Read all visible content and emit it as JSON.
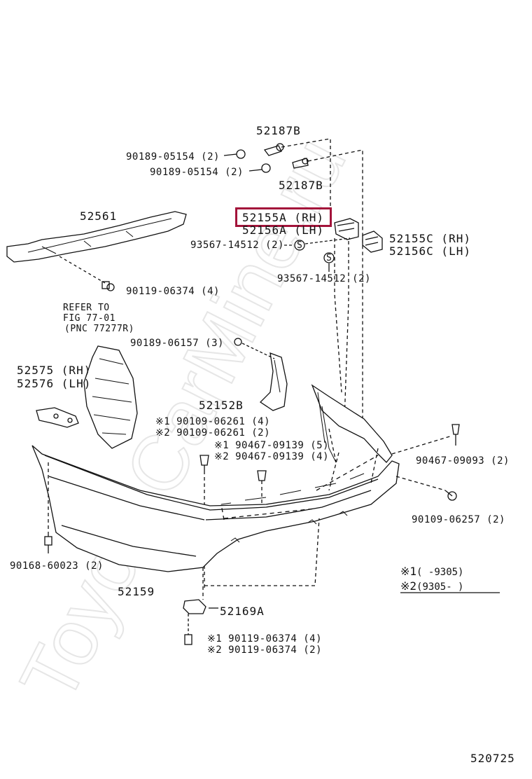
{
  "watermark": "ToyotaCarMine.ru",
  "highlight_color": "#a3133a",
  "labels": {
    "p52187B_top": "52187B",
    "p52187B_bot": "52187B",
    "bolt_05154_a": "90189-05154 (2)",
    "bolt_05154_b": "90189-05154 (2)",
    "p52561": "52561",
    "p52155A": "52155A (RH)",
    "p52156A": "52156A (LH)",
    "p52155C": "52155C (RH)",
    "p52156C": "52156C (LH)",
    "screw_14512_a": "93567-14512 (2)",
    "screw_14512_b": "93567-14512 (2)",
    "bolt_06374": "90119-06374 (4)",
    "refer_1": "REFER TO",
    "refer_2": "FIG 77-01",
    "refer_3": "(PNC 77277R)",
    "bolt_06157": "90189-06157 (3)",
    "p52575": "52575 (RH)",
    "p52576": "52576 (LH)",
    "p52152B": "52152B",
    "n1_06261": "※1 90109-06261 (4)",
    "n2_06261": "※2 90109-06261 (2)",
    "n1_09139": "※1 90467-09139 (5)",
    "n2_09139": "※2 90467-09139 (4)",
    "clip_09093": "90467-09093 (2)",
    "bolt_06257": "90109-06257 (2)",
    "bolt_60023": "90168-60023 (2)",
    "p52159": "52159",
    "p52169A": "52169A",
    "n1_06374": "※1 90119-06374 (4)",
    "n2_06374": "※2 90119-06374 (2)",
    "s_mark": "S",
    "diagram_id": "520725"
  },
  "footnotes": {
    "n1_mark": "※1",
    "n1_text": "(      -9305)",
    "n2_mark": "※2",
    "n2_text": "(9305-       )"
  }
}
